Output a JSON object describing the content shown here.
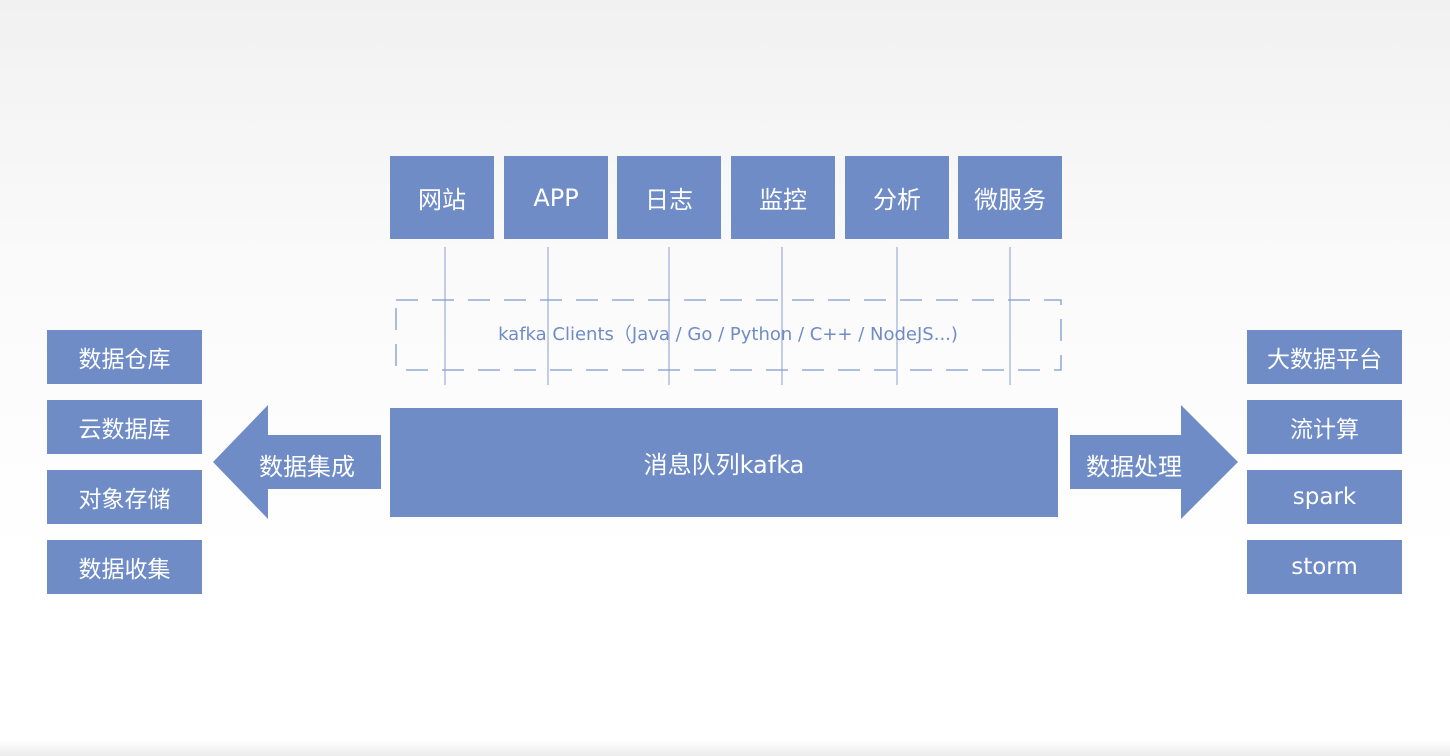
{
  "sources": [
    "网站",
    "APP",
    "日志",
    "监控",
    "分析",
    "微服务"
  ],
  "clients_label": "kafka Clients（Java / Go / Python / C++ / NodeJS...)",
  "kafka_bar": "消息队列kafka",
  "left_arrow_label": "数据集成",
  "right_arrow_label": "数据处理",
  "left_targets": [
    "数据仓库",
    "云数据库",
    "对象存储",
    "数据收集"
  ],
  "right_targets": [
    "大数据平台",
    "流计算",
    "spark",
    "storm"
  ],
  "colors": {
    "box": "#6f8cc6",
    "text": "#ffffff",
    "dashed": "#7f99cc",
    "lines": "#8aa0cf"
  }
}
